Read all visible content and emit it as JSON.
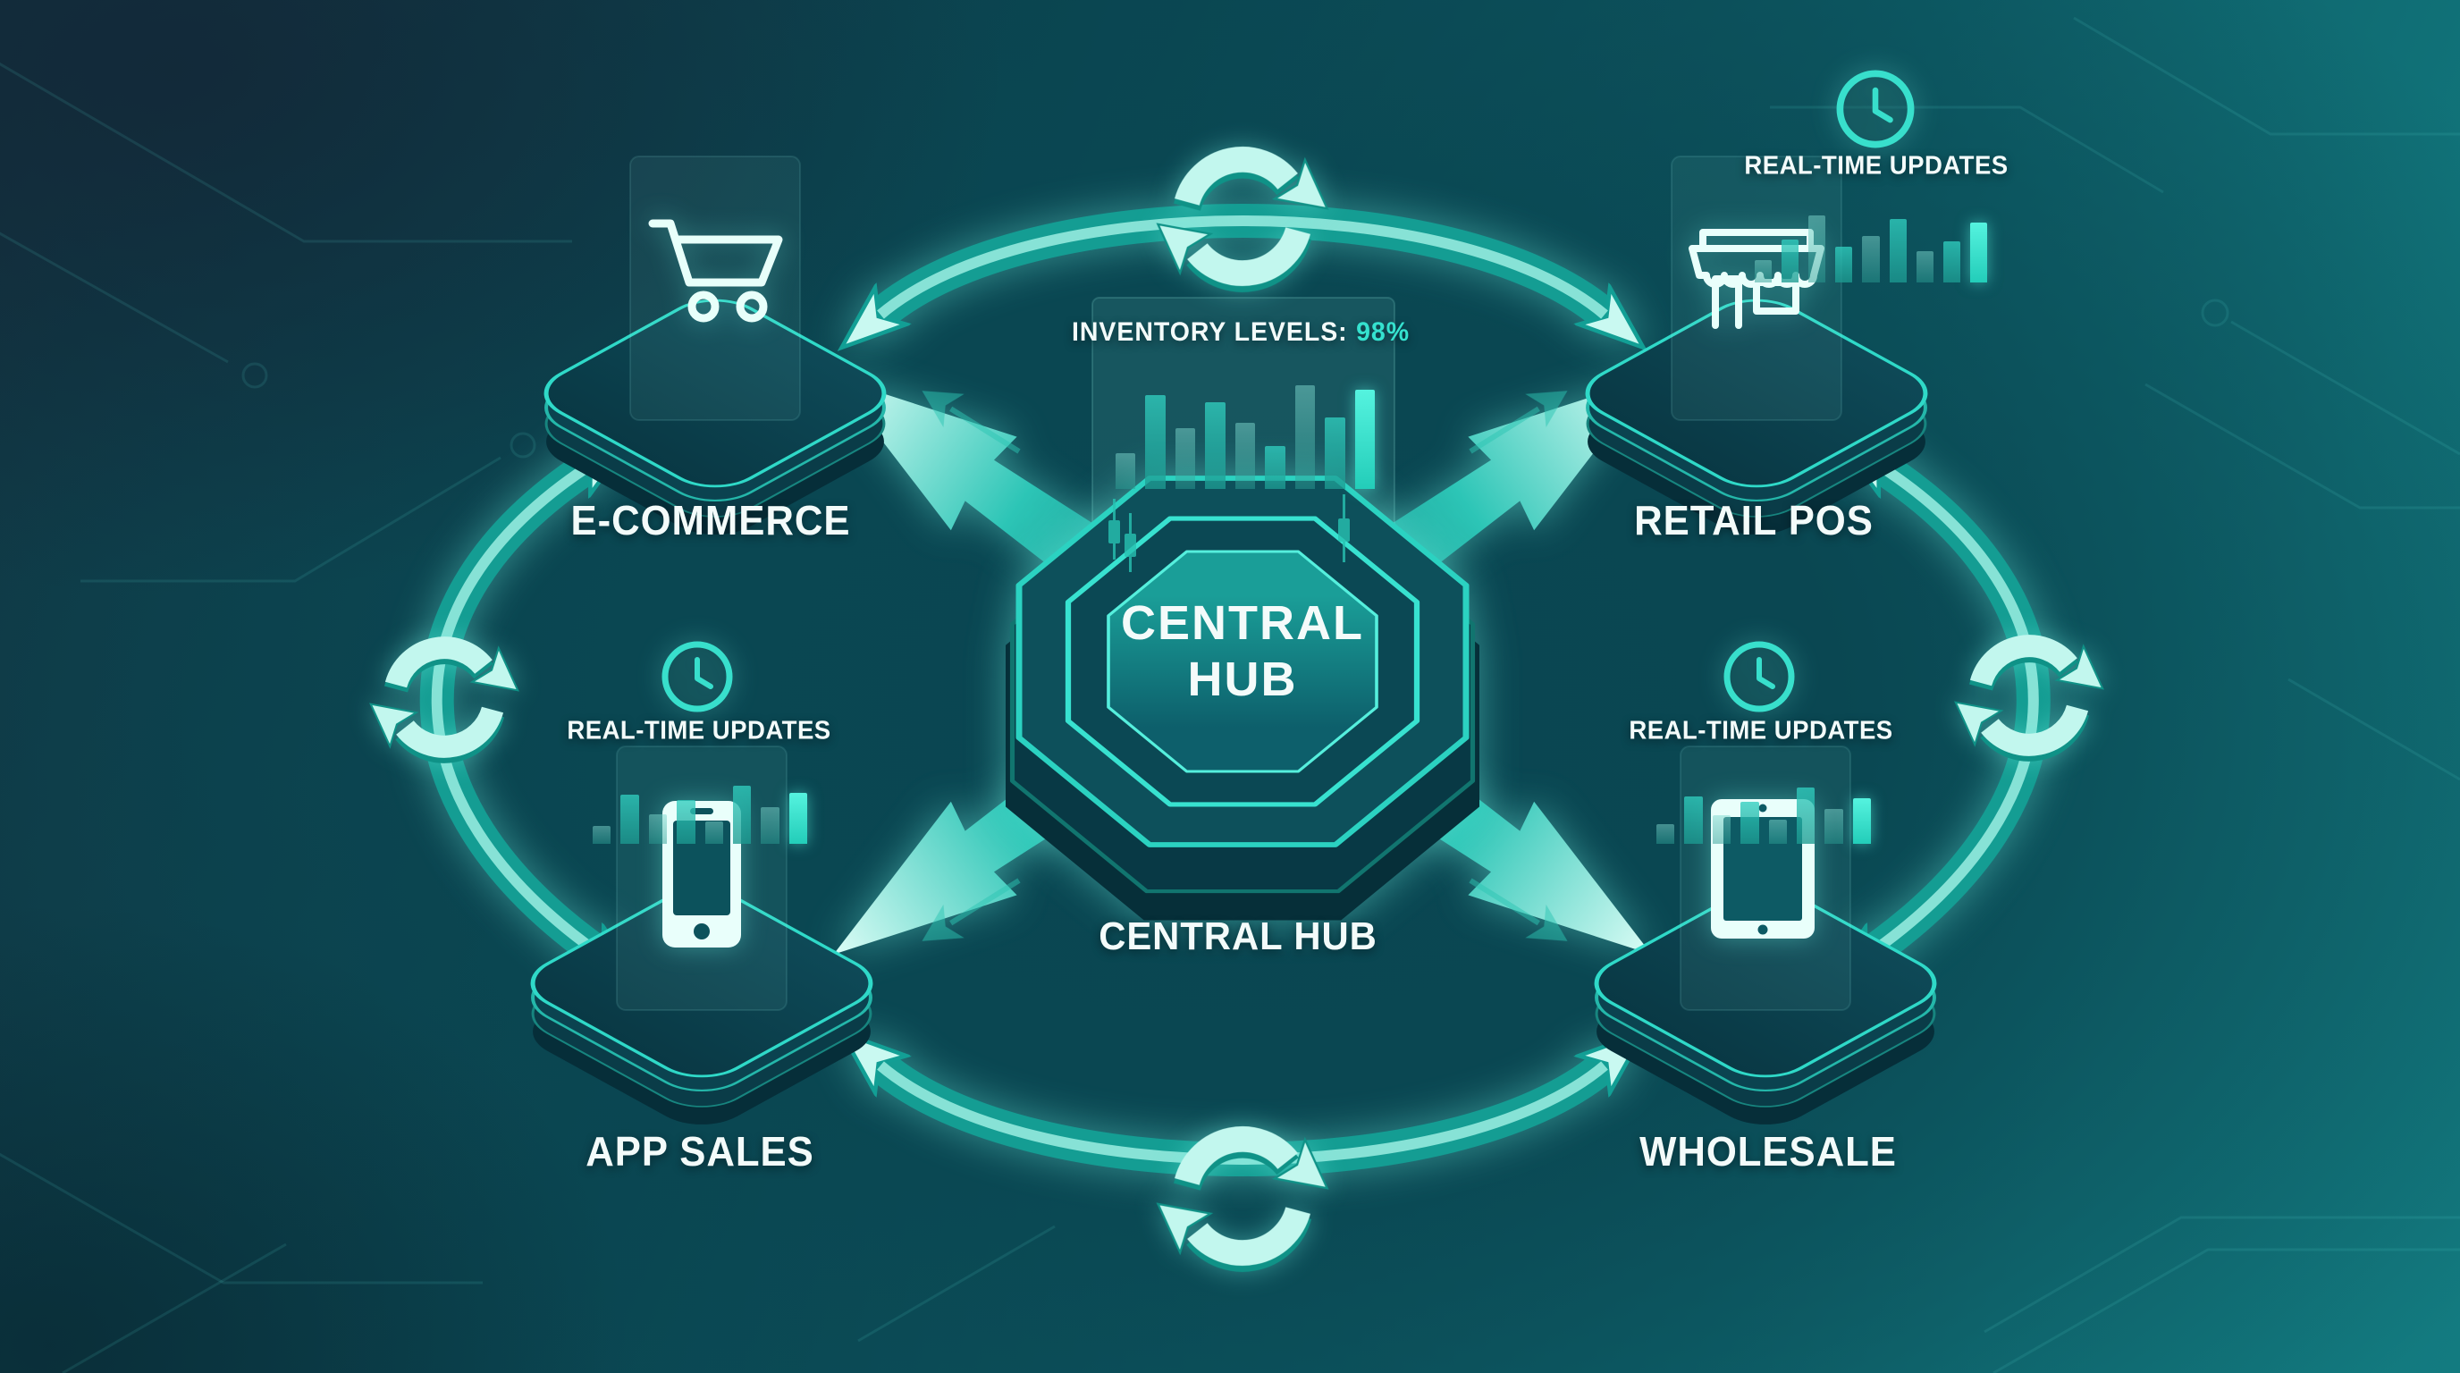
{
  "hub": {
    "label_lines": [
      "CENTRAL",
      "HUB"
    ],
    "caption": "CENTRAL HUB"
  },
  "inventory": {
    "title": "INVENTORY LEVELS:",
    "value": "98%",
    "bars": [
      28,
      74,
      48,
      68,
      52,
      34,
      82,
      56,
      78
    ]
  },
  "realtime": {
    "label": "REAL-TIME UPDATES"
  },
  "panels": {
    "retail": {
      "bars": [
        24,
        46,
        72,
        38,
        50,
        68,
        34,
        44,
        64
      ]
    },
    "app": {
      "bars": [
        20,
        56,
        34,
        50,
        26,
        66,
        42,
        58
      ]
    },
    "wholesale": {
      "bars": [
        22,
        54,
        33,
        48,
        28,
        64,
        40,
        52
      ]
    }
  },
  "nodes": {
    "ecommerce": {
      "label": "E-COMMERCE",
      "icon": "shopping-cart-icon"
    },
    "retail": {
      "label": "RETAIL POS",
      "icon": "storefront-icon"
    },
    "app": {
      "label": "APP SALES",
      "icon": "smartphone-icon"
    },
    "wholesale": {
      "label": "WHOLESALE",
      "icon": "tablet-icon"
    }
  },
  "colors": {
    "accent": "#2fd9c8",
    "band": "#149d93",
    "arrow_light": "#c9f9f1",
    "background": "#0a4752",
    "text": "#f3fbfa"
  }
}
